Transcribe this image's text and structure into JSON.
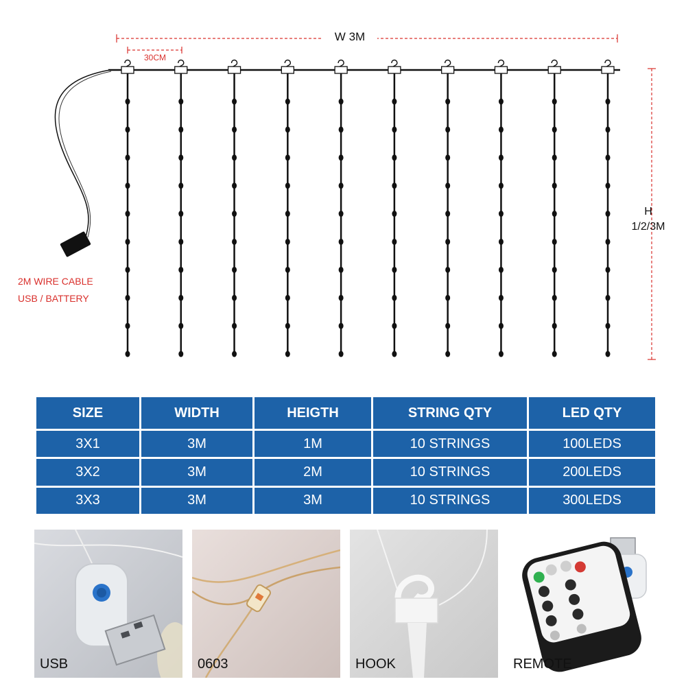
{
  "diagram": {
    "width_label": "W 3M",
    "spacing_label": "30CM",
    "height_label_line1": "H",
    "height_label_line2": "1/2/3M",
    "cable_label_line1": "2M WIRE CABLE",
    "cable_label_line2": "USB  / BATTERY",
    "string_count": 10,
    "leds_per_string_shown": 10,
    "accent_color": "#d9302c",
    "wire_color": "#111111"
  },
  "table": {
    "header_color": "#1d62a8",
    "headers": [
      "SIZE",
      "WIDTH",
      "HEIGTH",
      "STRING QTY",
      "LED QTY"
    ],
    "rows": [
      [
        "3X1",
        "3M",
        "1M",
        "10 STRINGS",
        "100LEDS"
      ],
      [
        "3X2",
        "3M",
        "2M",
        "10 STRINGS",
        "200LEDS"
      ],
      [
        "3X3",
        "3M",
        "3M",
        "10 STRINGS",
        "300LEDS"
      ]
    ]
  },
  "photos": [
    {
      "caption": "USB",
      "icon": "usb-controller-icon"
    },
    {
      "caption": "0603",
      "icon": "led-bead-icon"
    },
    {
      "caption": "HOOK",
      "icon": "hook-icon"
    },
    {
      "caption": "REMOTE",
      "icon": "remote-control-icon"
    }
  ]
}
